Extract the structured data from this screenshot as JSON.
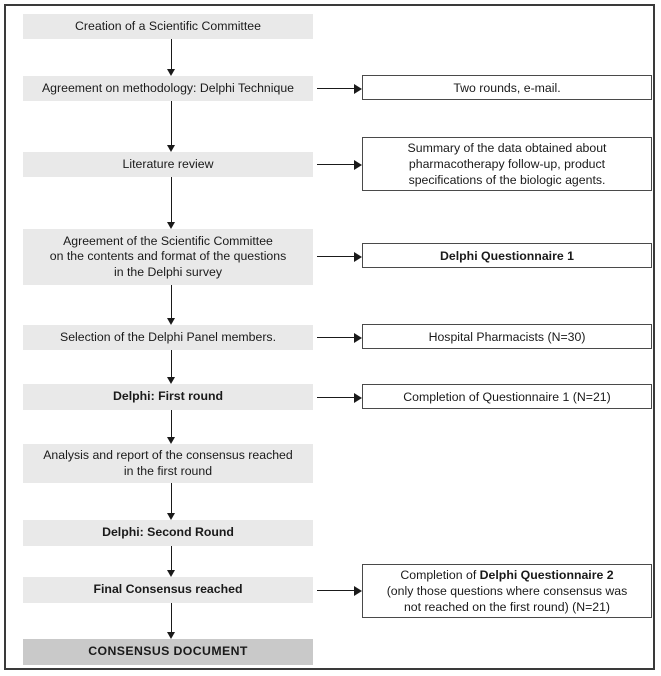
{
  "diagram": {
    "title": "Delphi consensus methodology flowchart",
    "colors": {
      "frame_border": "#3a3a3a",
      "process_fill": "#e9e9e9",
      "final_fill": "#c9c9c9",
      "output_border": "#4a4a4a",
      "text": "#1a1a1a",
      "background": "#ffffff"
    },
    "process_steps": [
      {
        "id": "creation",
        "text": "Creation of a Scientific Committee",
        "bold": false
      },
      {
        "id": "agreement-methodology",
        "text": "Agreement on methodology: Delphi Technique",
        "bold": false
      },
      {
        "id": "literature-review",
        "text": "Literature review",
        "bold": false
      },
      {
        "id": "agreement-contents",
        "line1": "Agreement of the Scientific Committee",
        "line2": "on the contents and format of the questions",
        "line3": "in the Delphi survey",
        "bold": false
      },
      {
        "id": "panel-selection",
        "text": "Selection of the Delphi Panel members.",
        "bold": false
      },
      {
        "id": "delphi-first-round",
        "text": "Delphi: First round",
        "bold": true
      },
      {
        "id": "analysis-report",
        "line1": "Analysis and report of the consensus reached",
        "line2": "in the first round",
        "bold": false
      },
      {
        "id": "delphi-second-round",
        "text": "Delphi: Second Round",
        "bold": true
      },
      {
        "id": "final-consensus",
        "text": "Final Consensus reached",
        "bold": true
      },
      {
        "id": "consensus-document",
        "text": "CONSENSUS DOCUMENT",
        "bold": true
      }
    ],
    "outputs": [
      {
        "id": "two-rounds",
        "text": "Two rounds, e-mail.",
        "bold": false
      },
      {
        "id": "summary-data",
        "line1": "Summary of the data obtained about",
        "line2": "pharmacotherapy follow-up, product",
        "line3": "specifications of the biologic agents.",
        "bold": false
      },
      {
        "id": "questionnaire-1",
        "text": "Delphi Questionnaire 1",
        "bold": true
      },
      {
        "id": "hospital-pharmacists",
        "text": "Hospital Pharmacists (N=30)",
        "bold": false
      },
      {
        "id": "completion-q1",
        "text": "Completion of Questionnaire 1 (N=21)",
        "bold": false
      },
      {
        "id": "completion-q2",
        "line1_prefix": "Completion of ",
        "line1_bold": "Delphi Questionnaire 2",
        "line2": "(only those questions where consensus was",
        "line3": "not reached on the first round) (N=21)",
        "bold": false
      }
    ]
  }
}
